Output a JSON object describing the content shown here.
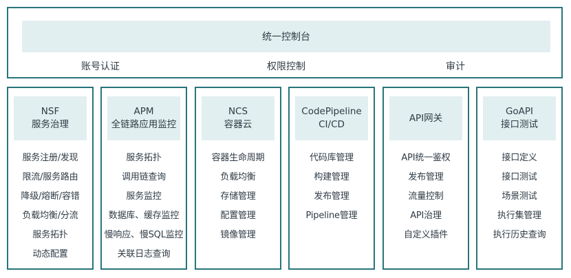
{
  "console": {
    "title": "统一控制台",
    "labels": [
      "账号认证",
      "权限控制",
      "审计"
    ]
  },
  "modules": [
    {
      "title": [
        "NSF",
        "服务治理"
      ],
      "items": [
        "服务注册/发现",
        "限流/服务路由",
        "降级/熔断/容错",
        "负载均衡/分流",
        "服务拓扑",
        "动态配置"
      ]
    },
    {
      "title": [
        "APM",
        "全链路应用监控"
      ],
      "items": [
        "服务拓扑",
        "调用链查询",
        "服务监控",
        "数据库、缓存监控",
        "慢响应、慢SQL监控",
        "关联日志查询"
      ]
    },
    {
      "title": [
        "NCS",
        "容器云"
      ],
      "items": [
        "容器生命周期",
        "负载均衡",
        "存储管理",
        "配置管理",
        "镜像管理"
      ]
    },
    {
      "title": [
        "CodePipeline",
        "CI/CD"
      ],
      "items": [
        "代码库管理",
        "构建管理",
        "发布管理",
        "Pipeline管理"
      ]
    },
    {
      "title": [
        "API网关"
      ],
      "items": [
        "API统一鉴权",
        "发布管理",
        "流量控制",
        "API治理",
        "自定义插件"
      ]
    },
    {
      "title": [
        "GoAPI",
        "接口测试"
      ],
      "items": [
        "接口定义",
        "接口测试",
        "场景测试",
        "执行集管理",
        "执行历史查询"
      ]
    }
  ]
}
